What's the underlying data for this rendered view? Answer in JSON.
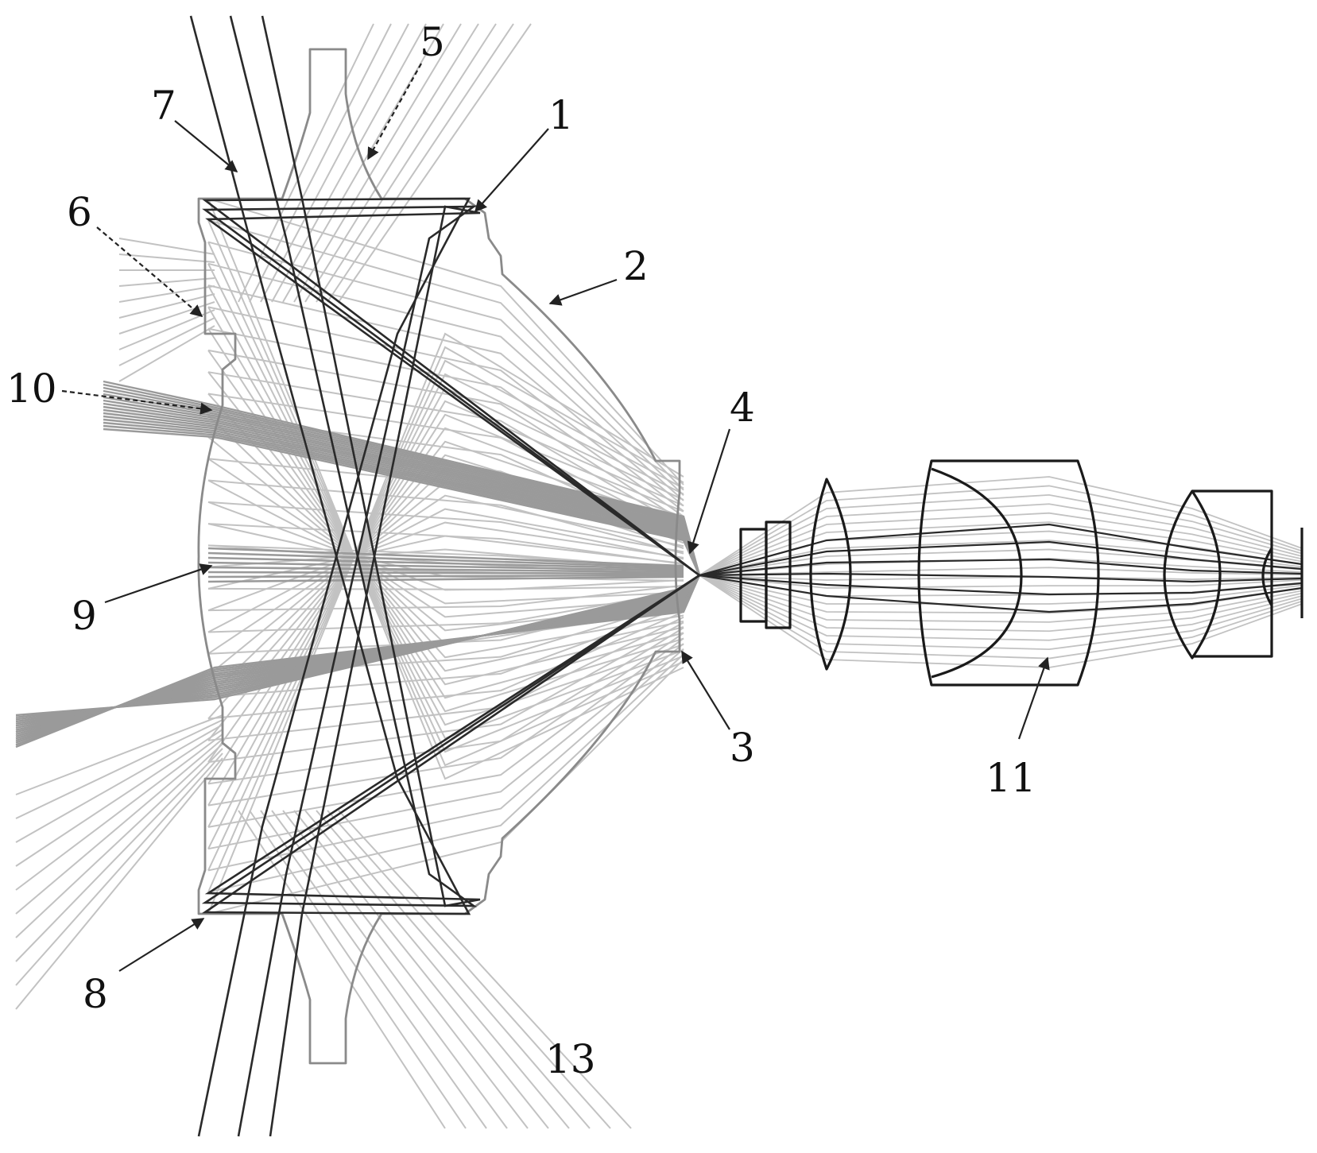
{
  "figure": {
    "labels": [
      {
        "key": "label-1",
        "text": "1"
      },
      {
        "key": "label-2",
        "text": "2"
      },
      {
        "key": "label-3",
        "text": "3"
      },
      {
        "key": "label-4",
        "text": "4"
      },
      {
        "key": "label-5",
        "text": "5"
      },
      {
        "key": "label-6",
        "text": "6"
      },
      {
        "key": "label-7",
        "text": "7"
      },
      {
        "key": "label-8",
        "text": "8"
      },
      {
        "key": "label-9",
        "text": "9"
      },
      {
        "key": "label-10",
        "text": "10"
      },
      {
        "key": "label-11",
        "text": "11"
      },
      {
        "key": "label-13",
        "text": "13"
      }
    ]
  },
  "colors": {
    "light_ray": "#c2c2c2",
    "mid_ray": "#9a9a9a",
    "dark_ray": "#2a2a2a",
    "lens_outline": "#8a8a8a",
    "relay_outline": "#1a1a1a"
  }
}
